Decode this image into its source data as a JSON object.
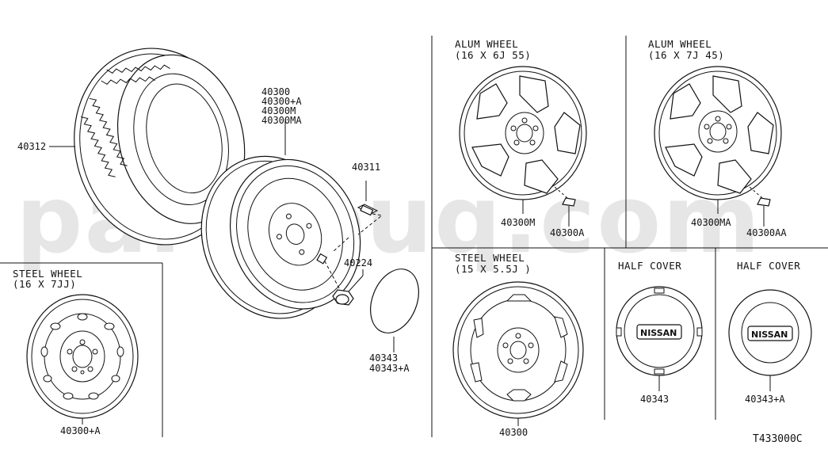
{
  "watermark": "partsouq.com",
  "diagram_code": "T433000C",
  "main_assembly": {
    "tire_label": "40312",
    "wheel_labels": [
      "40300",
      "40300+A",
      "40300M",
      "40300MA"
    ],
    "valve_label": "40311",
    "nut_label": "40224",
    "cap_labels": [
      "40343",
      "40343+A"
    ]
  },
  "panels": {
    "steel_16": {
      "title": "STEEL WHEEL",
      "subtitle": "(16 X 7JJ)",
      "part": "40300+A"
    },
    "alum_16_6j": {
      "title": "ALUM WHEEL",
      "subtitle": "(16 X 6J  55)",
      "part": "40300M",
      "valve_part": "40300A"
    },
    "alum_16_7j": {
      "title": "ALUM WHEEL",
      "subtitle": "(16 X 7J  45)",
      "part": "40300MA",
      "valve_part": "40300AA"
    },
    "steel_15": {
      "title": "STEEL WHEEL",
      "subtitle": "(15 X 5.5J )",
      "part": "40300"
    },
    "half_cover_1": {
      "title": "HALF COVER",
      "part": "40343",
      "emblem": "NISSAN"
    },
    "half_cover_2": {
      "title": "HALF COVER",
      "part": "40343+A",
      "emblem": "NISSAN"
    }
  }
}
